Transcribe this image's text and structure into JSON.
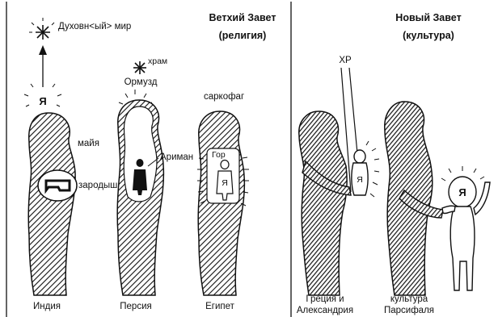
{
  "headers": {
    "old_title": "Ветхий Завет",
    "old_subtitle": "(религия)",
    "new_title": "Новый Завет",
    "new_subtitle": "(культура)"
  },
  "labels": {
    "spiritual_world": "Духовн<ый> мир",
    "temple": "храм",
    "ormuzd": "Ормузд",
    "sarcophagus": "саркофаг",
    "maya": "майя",
    "embryo": "зародыш",
    "ahriman": "Ариман",
    "horus": "Гор",
    "ya": "Я",
    "xp": "ХР"
  },
  "figures": {
    "india": "Индия",
    "persia": "Персия",
    "egypt": "Египет",
    "greece_line1": "Греция и",
    "greece_line2": "Александрия",
    "parsifal_line1": "культура",
    "parsifal_line2": "Парсифаля"
  },
  "colors": {
    "ink": "#111111",
    "background": "#ffffff"
  }
}
